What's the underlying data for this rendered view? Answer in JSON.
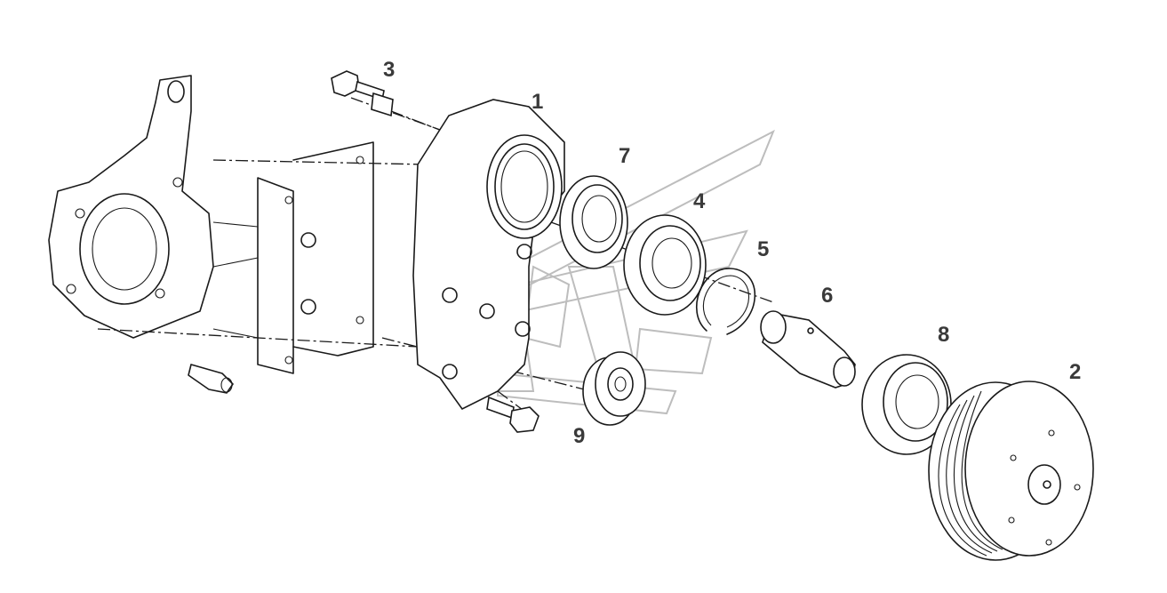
{
  "callouts": [
    {
      "id": "1",
      "label": "1"
    },
    {
      "id": "2",
      "label": "2"
    },
    {
      "id": "3",
      "label": "3"
    },
    {
      "id": "4",
      "label": "4"
    },
    {
      "id": "5",
      "label": "5"
    },
    {
      "id": "6",
      "label": "6"
    },
    {
      "id": "7",
      "label": "7"
    },
    {
      "id": "8",
      "label": "8"
    },
    {
      "id": "9",
      "label": "9"
    }
  ],
  "colors": {
    "line": "#1a1a1a",
    "callout_text": "#3a3a3a",
    "watermark": "#bdbdbd",
    "background": "#ffffff"
  }
}
